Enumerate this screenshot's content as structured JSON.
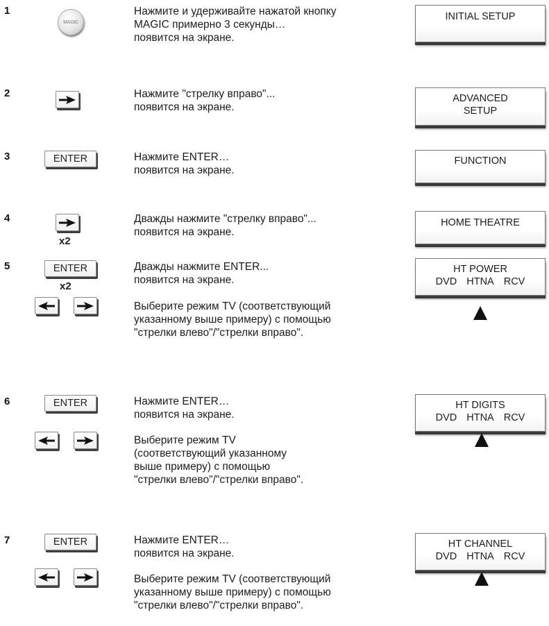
{
  "steps": [
    {
      "num": "1",
      "key": "MAGIC",
      "text": [
        "Нажмите и удерживайте нажатой кнопку",
        "MAGIC примерно 3 секунды…",
        "появится на экране."
      ],
      "screen": [
        "INITIAL SETUP"
      ]
    },
    {
      "num": "2",
      "text": [
        "Нажмите \"стрелку вправо\"...",
        "появится на экране."
      ],
      "screen": [
        "ADVANCED",
        "SETUP"
      ]
    },
    {
      "num": "3",
      "key": "ENTER",
      "text": [
        "Нажмите ENTER…",
        "появится на экране."
      ],
      "screen": [
        "FUNCTION"
      ]
    },
    {
      "num": "4",
      "multiplier": "x2",
      "text": [
        "Дважды нажмите \"стрелку вправо\"...",
        "появится на экране."
      ],
      "screen": [
        "HOME THEATRE"
      ]
    },
    {
      "num": "5",
      "key": "ENTER",
      "multiplier": "x2",
      "text": [
        "Дважды нажмите ENTER...",
        "появится на экране."
      ],
      "text2": [
        "Выберите режим TV (соответствующий",
        "указанному выше примеру) с помощью",
        "\"стрелки влево\"/\"стрелки вправо\"."
      ],
      "screen_title": "HT POWER",
      "screen_options": [
        "DVD",
        "HTNA",
        "RCV"
      ]
    },
    {
      "num": "6",
      "key": "ENTER",
      "text": [
        "Нажмите ENTER…",
        "появится на экране."
      ],
      "text2": [
        "Выберите режим TV",
        "(соответствующий указанному",
        "выше примеру) с помощью",
        "\"стрелки влево\"/\"стрелки вправо\"."
      ],
      "screen_title": "HT DIGITS",
      "screen_options": [
        "DVD",
        "HTNA",
        "RCV"
      ]
    },
    {
      "num": "7",
      "key": "ENTER",
      "text": [
        "Нажмите ENTER…",
        "появится на экране."
      ],
      "text2": [
        "Выберите режим TV (соответствующий",
        "указанному выше примеру) с помощью",
        "\"стрелки влево\"/\"стрелки вправо\"."
      ],
      "screen_title": "HT CHANNEL",
      "screen_options": [
        "DVD",
        "HTNA",
        "RCV"
      ]
    }
  ],
  "icons": {
    "right_arrow": "right-arrow-icon",
    "left_arrow": "left-arrow-icon",
    "pointer": "triangle-pointer-icon"
  }
}
